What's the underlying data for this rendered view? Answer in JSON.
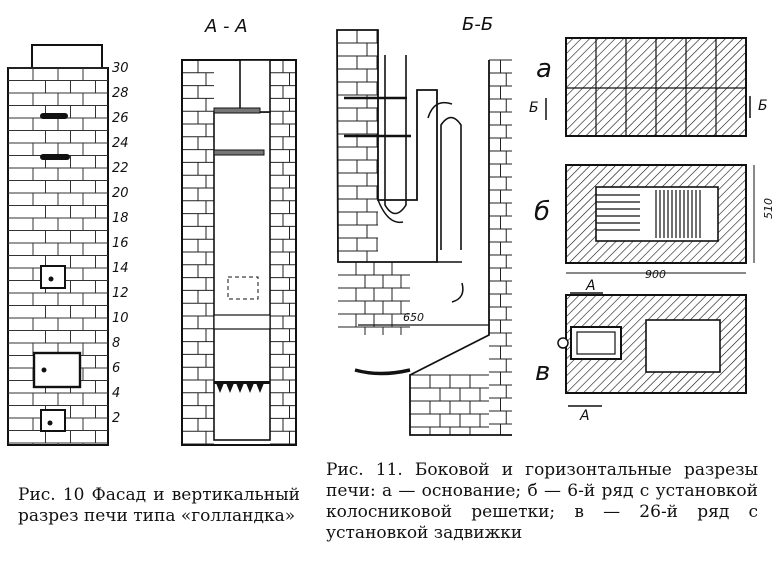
{
  "fig10": {
    "row_numbers": [
      "30",
      "28",
      "26",
      "24",
      "22",
      "20",
      "18",
      "16",
      "14",
      "12",
      "10",
      "8",
      "6",
      "4",
      "2"
    ],
    "section_label": "А - А",
    "caption": "Рис. 10 Фасад и вертикальный разрез печи типа «голландка»"
  },
  "fig11": {
    "section_label": "Б-Б",
    "dimension_650": "650",
    "dimension_510": "510",
    "dimension_900": "900",
    "label_a": "а",
    "label_b": "б",
    "label_v": "в",
    "marker_b": "Б",
    "marker_a": "А",
    "caption": "Рис. 11. Боковой и горизонтальные разрезы печи: а — основание; б — 6-й ряд с установкой колосниковой решетки; в — 26-й ряд с установкой задвижки"
  }
}
